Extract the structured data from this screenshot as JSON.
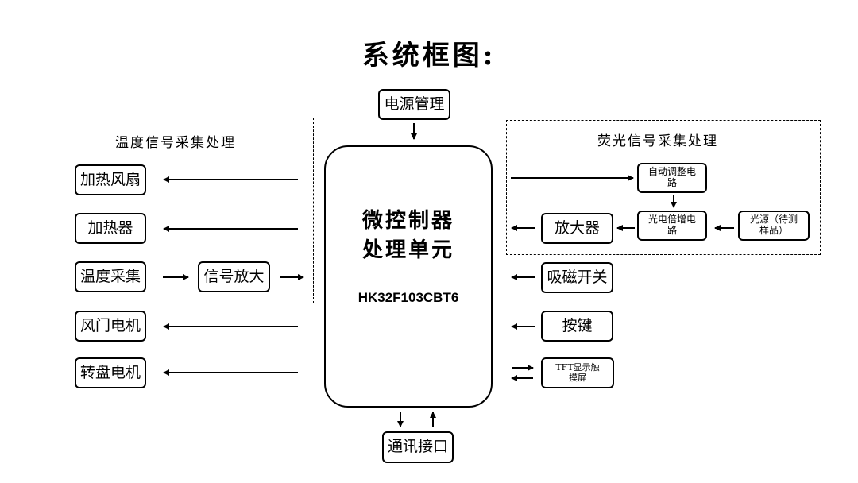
{
  "title": "系统框图:",
  "mcu": {
    "title": "微控制器\n处理单元",
    "model": "HK32F103CBT6"
  },
  "groups": {
    "temperature": "温度信号采集处理",
    "fluorescence": "荧光信号采集处理"
  },
  "blocks": {
    "power": "电源管理",
    "comm": "通讯接口",
    "heat_fan": "加热风扇",
    "heater": "加热器",
    "temp_sense": "温度采集",
    "signal_amp": "信号放大",
    "damper_motor": "风门电机",
    "turntable_motor": "转盘电机",
    "auto_adjust": "自动调整电路",
    "pmt": "光电倍增电路",
    "light_source": "光源（待测样品）",
    "amplifier": "放大器",
    "magnet_switch": "吸磁开关",
    "keys": "按键",
    "tft": "TFT显示触摸屏"
  }
}
